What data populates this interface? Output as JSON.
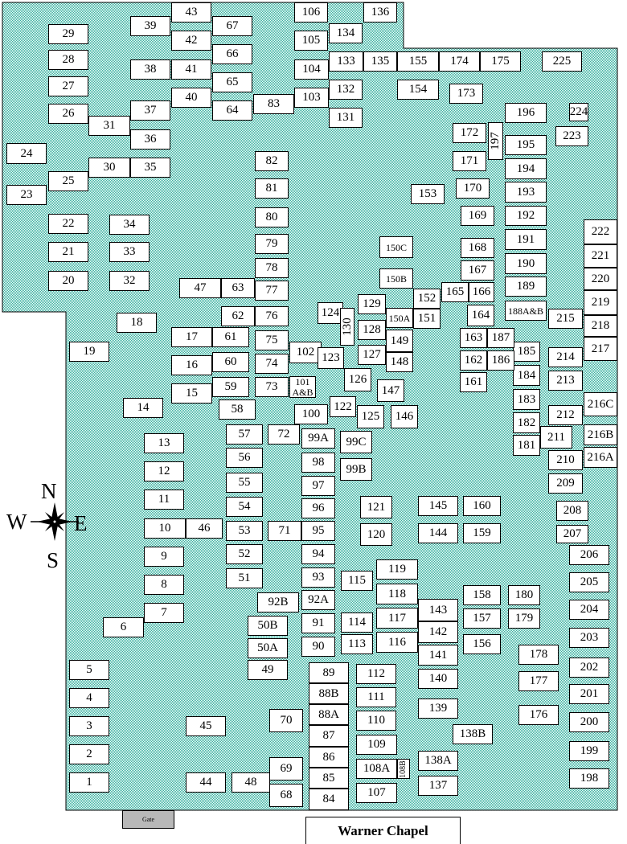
{
  "map": {
    "chapel_label": "Warner Chapel",
    "gate_label": "Gate",
    "compass": {
      "north": "N",
      "south": "S",
      "east": "E",
      "west": "W"
    },
    "colors": {
      "grounds": "#2fae9c",
      "plot": "#ffffff",
      "outline": "#000000"
    },
    "plots": [
      "1",
      "2",
      "3",
      "4",
      "5",
      "6",
      "7",
      "8",
      "9",
      "10",
      "11",
      "12",
      "13",
      "14",
      "15",
      "16",
      "17",
      "18",
      "19",
      "20",
      "21",
      "22",
      "23",
      "24",
      "25",
      "26",
      "27",
      "28",
      "29",
      "30",
      "31",
      "32",
      "33",
      "34",
      "35",
      "36",
      "37",
      "38",
      "39",
      "40",
      "41",
      "42",
      "43",
      "44",
      "45",
      "46",
      "47",
      "48",
      "49",
      "50A",
      "50B",
      "51",
      "52",
      "53",
      "54",
      "55",
      "56",
      "57",
      "58",
      "59",
      "60",
      "61",
      "62",
      "63",
      "64",
      "65",
      "66",
      "67",
      "68",
      "69",
      "70",
      "71",
      "72",
      "73",
      "74",
      "75",
      "76",
      "77",
      "78",
      "79",
      "80",
      "81",
      "82",
      "83",
      "84",
      "85",
      "86",
      "87",
      "88A",
      "88B",
      "89",
      "90",
      "91",
      "92A",
      "92B",
      "93",
      "94",
      "95",
      "96",
      "97",
      "98",
      "99A",
      "99B",
      "99C",
      "100",
      "101 A&B",
      "102",
      "103",
      "104",
      "105",
      "106",
      "107",
      "108A",
      "108B",
      "109",
      "110",
      "111",
      "112",
      "113",
      "114",
      "115",
      "116",
      "117",
      "118",
      "119",
      "120",
      "121",
      "122",
      "123",
      "124",
      "125",
      "126",
      "127",
      "128",
      "129",
      "130",
      "131",
      "132",
      "133",
      "134",
      "135",
      "136",
      "137",
      "138A",
      "138B",
      "139",
      "140",
      "141",
      "142",
      "143",
      "144",
      "145",
      "146",
      "147",
      "148",
      "149",
      "150A",
      "150B",
      "150C",
      "151",
      "152",
      "153",
      "154",
      "155",
      "156",
      "157",
      "158",
      "159",
      "160",
      "161",
      "162",
      "163",
      "164",
      "165",
      "166",
      "167",
      "168",
      "169",
      "170",
      "171",
      "172",
      "173",
      "174",
      "175",
      "176",
      "177",
      "178",
      "179",
      "180",
      "181",
      "182",
      "183",
      "184",
      "185",
      "186",
      "187",
      "188A&B",
      "189",
      "190",
      "191",
      "192",
      "193",
      "194",
      "195",
      "196",
      "197",
      "198",
      "199",
      "200",
      "201",
      "202",
      "203",
      "204",
      "205",
      "206",
      "207",
      "208",
      "209",
      "210",
      "211",
      "212",
      "213",
      "214",
      "215",
      "216A",
      "216B",
      "216C",
      "217",
      "218",
      "219",
      "220",
      "221",
      "222",
      "223",
      "224",
      "225"
    ]
  }
}
